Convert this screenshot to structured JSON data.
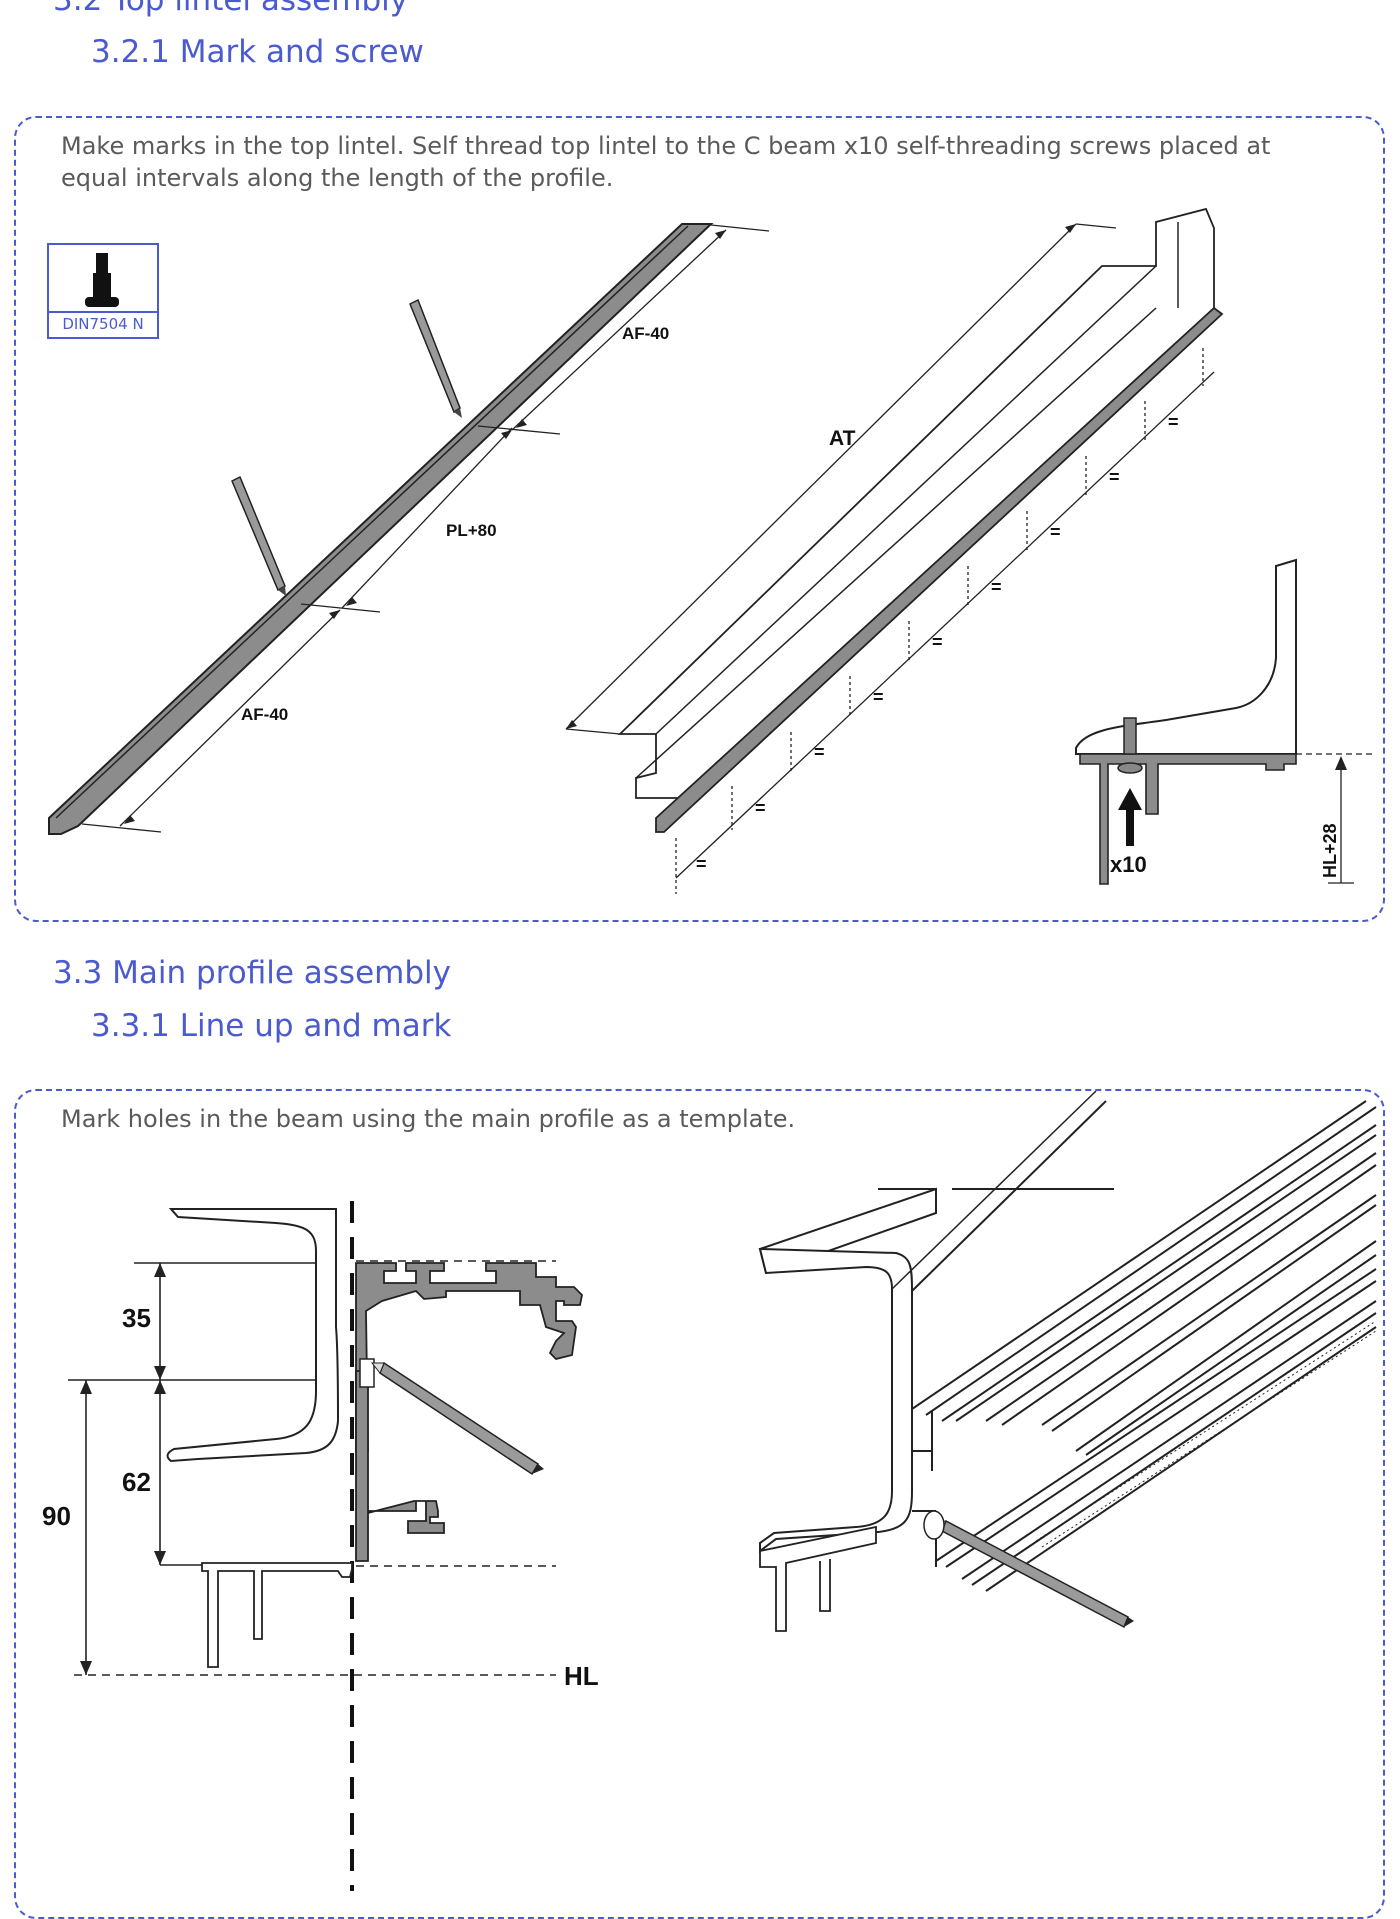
{
  "section_3_2": {
    "heading": "3.2 Top lintel assembly",
    "sub_heading": "3.2.1 Mark and screw",
    "description": "Make marks in the top lintel. Self thread top lintel to the C beam x10 self-threading screws placed at equal intervals along the length of the profile.",
    "screw_badge": {
      "icon": "screw-icon",
      "label": "DIN7504 N"
    },
    "labels": {
      "af_top": "AF-40",
      "pl": "PL+80",
      "af_bottom": "AF-40",
      "at": "AT",
      "equal": "=",
      "screw_count": "x10",
      "hl_offset": "HL+28"
    }
  },
  "section_3_3": {
    "heading": "3.3 Main profile assembly",
    "sub_heading": "3.3.1 Line up and mark",
    "description": "Mark holes in the beam using the main profile as a template.",
    "dimensions": {
      "d35": "35",
      "d62": "62",
      "d90": "90",
      "hl": "HL"
    }
  },
  "colors": {
    "accent": "#4a5bd0",
    "profile_fill": "#8c8c8c"
  }
}
